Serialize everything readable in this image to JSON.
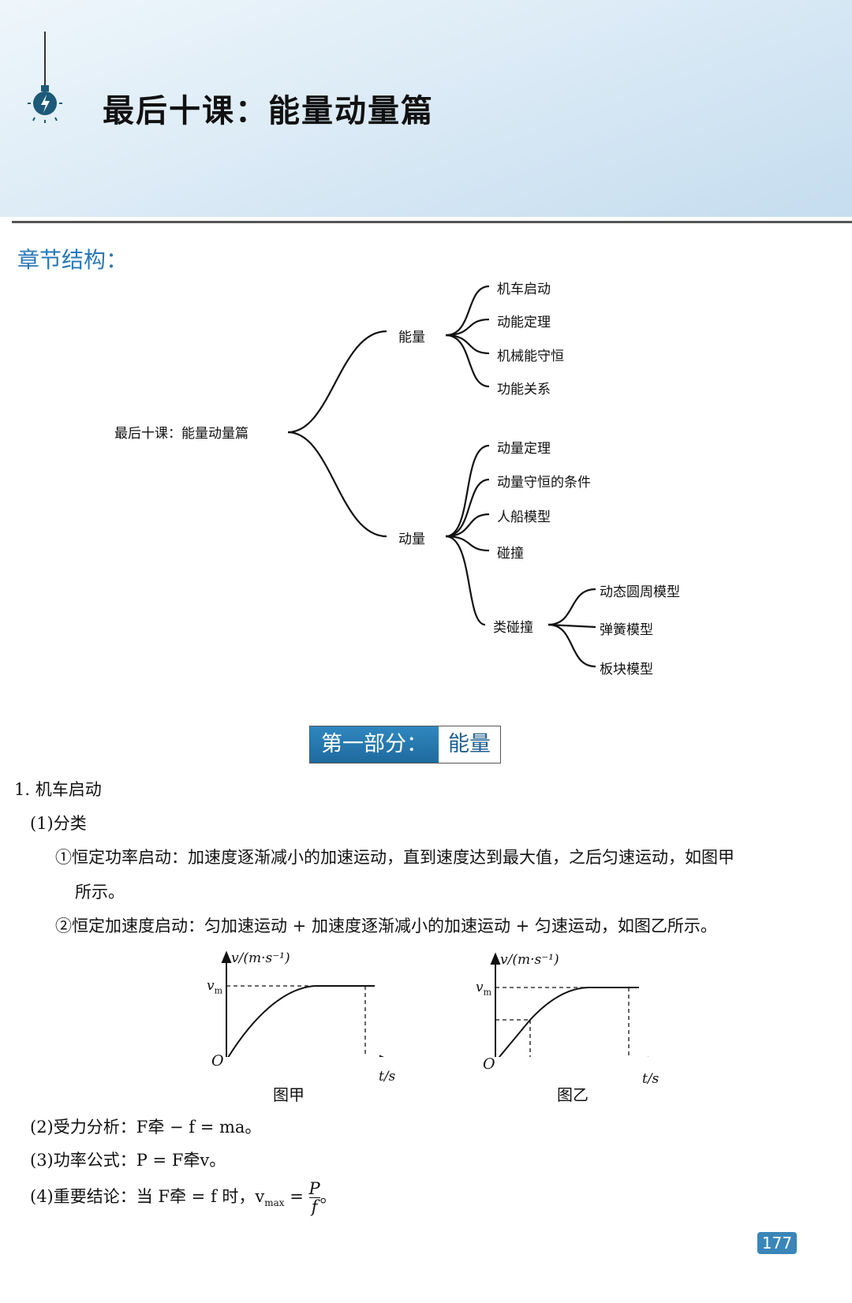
{
  "header": {
    "title": "最后十课：能量动量篇"
  },
  "section_label": "章节结构：",
  "mindmap": {
    "root": "最后十课：能量动量篇",
    "energy": {
      "label": "能量",
      "children": [
        "机车启动",
        "动能定理",
        "机械能守恒",
        "功能关系"
      ]
    },
    "momentum": {
      "label": "动量",
      "children": [
        "动量定理",
        "动量守恒的条件",
        "人船模型",
        "碰撞",
        "类碰撞"
      ],
      "collision_like": {
        "label": "类碰撞",
        "children": [
          "动态圆周模型",
          "弹簧模型",
          "板块模型"
        ]
      }
    }
  },
  "banner": {
    "part": "第一部分：",
    "topic": "能量"
  },
  "body": {
    "h1": "1. 机车启动",
    "h1_1": "(1)分类",
    "item1": "①恒定功率启动：加速度逐渐减小的加速运动，直到速度达到最大值，之后匀速运动，如图甲",
    "item1_cont": "所示。",
    "item2": "②恒定加速度启动：匀加速运动 + 加速度逐渐减小的加速运动 + 匀速运动，如图乙所示。",
    "h1_2": "(2)受力分析：F牵 − f = ma。",
    "h1_3": "(3)功率公式：P = F牵v。",
    "h1_4_prefix": "(4)重要结论：当 F牵 = f 时，v",
    "h1_4_sub": "max",
    "h1_4_eq": " = ",
    "h1_4_num": "P",
    "h1_4_den": "f",
    "h1_4_end": "。"
  },
  "graphs": {
    "y_label": "v/(m·s⁻¹)",
    "vm": "v",
    "vm_sub": "m",
    "origin": "O",
    "x_label": "t/s",
    "caption_a": "图甲",
    "caption_b": "图乙"
  },
  "page_number": "177",
  "colors": {
    "accent": "#2a78b5",
    "banner": "#1f6a9e"
  }
}
